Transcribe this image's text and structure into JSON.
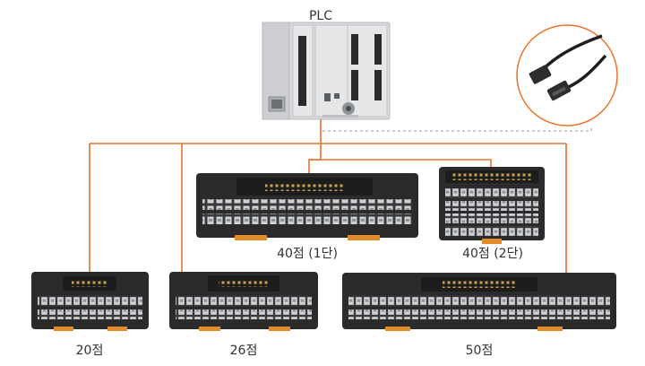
{
  "plc": {
    "label": "PLC"
  },
  "modules": [
    {
      "id": "20",
      "label": "20점"
    },
    {
      "id": "26",
      "label": "26점"
    },
    {
      "id": "40-1",
      "label": "40점 (1단)"
    },
    {
      "id": "40-2",
      "label": "40점 (2단)"
    },
    {
      "id": "50",
      "label": "50점"
    }
  ],
  "colors": {
    "connection": "#e8732d",
    "dashed": "#9a9a9a",
    "terminal_body": "#2b2b2b",
    "din_clip": "#e08a2a",
    "plc_body": "#d9dadc"
  },
  "icons": {
    "cable-inset": "connector-cable-icon"
  }
}
